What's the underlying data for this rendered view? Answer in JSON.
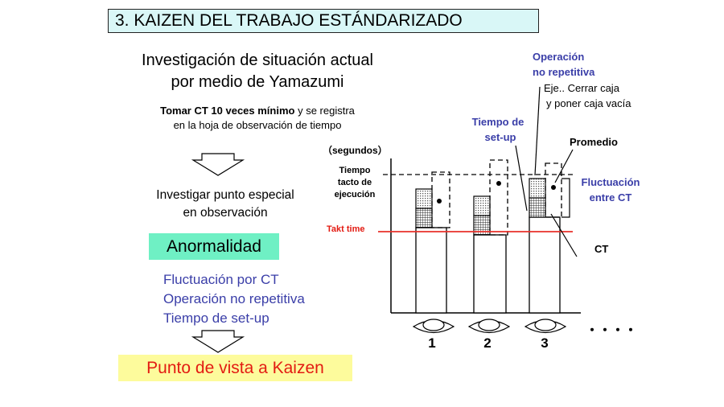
{
  "title": "3. KAIZEN DEL TRABAJO ESTÁNDARIZADO",
  "left": {
    "heading_line1": "Investigación de situación actual",
    "heading_line2": "por medio de Yamazumi",
    "note_bold": "Tomar CT 10 veces mínimo",
    "note_rest": " y se registra",
    "note_line2": "en la hoja de observación de tiempo",
    "step2_line1": "Investigar punto especial",
    "step2_line2": "en observación",
    "anomaly": "Anormalidad",
    "anomaly_items": [
      "Fluctuación por CT",
      "Operación no repetitiva",
      "Tiempo de set-up"
    ],
    "result": "Punto de vista a Kaizen"
  },
  "diagram": {
    "y_unit": "（segundos）",
    "takt_ejec_label": [
      "Tiempo",
      "tacto de",
      "ejecución"
    ],
    "takt_time_label": "Takt time",
    "op_no_rep_label": [
      "Operación",
      "no repetitiva"
    ],
    "op_example": [
      "Eje.. Cerrar caja",
      "y poner caja vacía"
    ],
    "setup_label": [
      "Tiempo de",
      "set-up"
    ],
    "promedio_label": "Promedio",
    "fluct_label": [
      "Fluctuación",
      "entre CT"
    ],
    "ct_label": "CT",
    "stations": [
      "1",
      "2",
      "3"
    ],
    "more": "・・・・",
    "colors": {
      "blue_text": "#3a3ea8",
      "takt_line": "#e8302a",
      "takt_label": "#e31b12"
    }
  }
}
